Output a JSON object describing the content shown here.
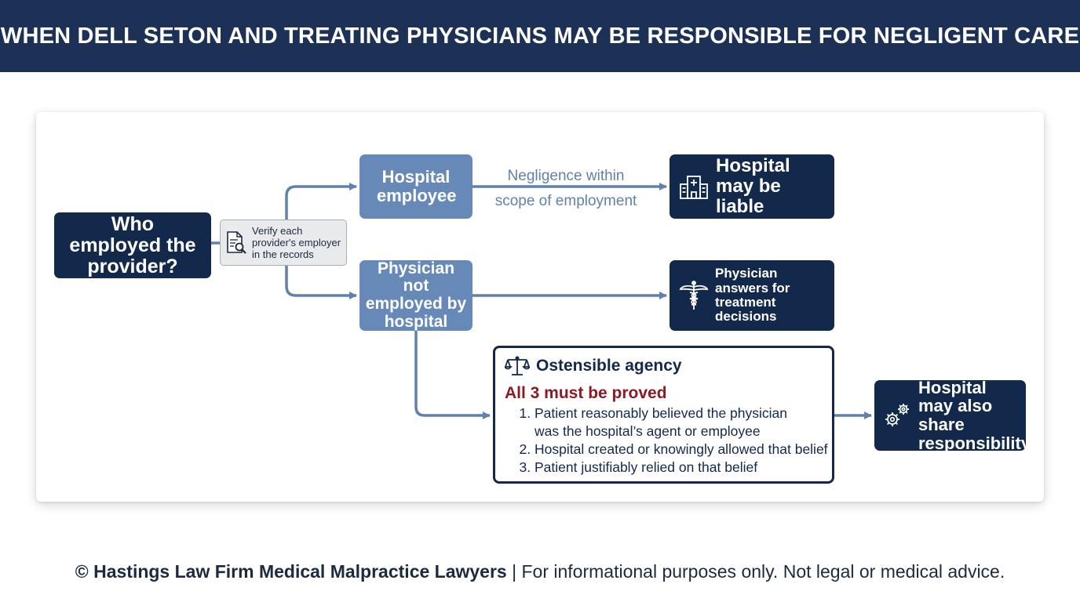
{
  "header": {
    "title": "WHEN DELL SETON AND TREATING PHYSICIANS MAY BE RESPONSIBLE FOR NEGLIGENT CARE"
  },
  "diagram": {
    "question": "Who employed the provider?",
    "verify_note": "Verify each provider's employer in the records",
    "hospital_employee": "Hospital employee",
    "negligence_label_line1": "Negligence within",
    "negligence_label_line2": "scope of employment",
    "hospital_may_be_liable": "Hospital may be liable",
    "physician_not_employed": "Physician not employed by hospital",
    "physician_answers": "Physician answers for treatment decisions",
    "ostensible_agency": {
      "title": "Ostensible agency",
      "subtitle": "All 3 must be proved",
      "items": [
        "Patient reasonably believed the physician was the hospital’s agent or employee",
        "Hospital created or knowingly allowed that belief",
        "Patient justifiably relied on that belief"
      ]
    },
    "hospital_may_share": "Hospital may also share responsibility"
  },
  "footer": {
    "copyright_firm": "© Hastings Law Firm Medical Malpractice Lawyers",
    "separator": " | ",
    "disclaimer": "For informational purposes only. Not legal or medical advice."
  },
  "colors": {
    "header_bg": "#1d3157",
    "dark_box": "#13294b",
    "mid_box": "#6789b8",
    "arrow": "#6181ad",
    "emphasis_red": "#8a1a24"
  },
  "icons": [
    "document-search-icon",
    "hospital-building-icon",
    "caduceus-icon",
    "scales-icon",
    "gears-icon"
  ]
}
